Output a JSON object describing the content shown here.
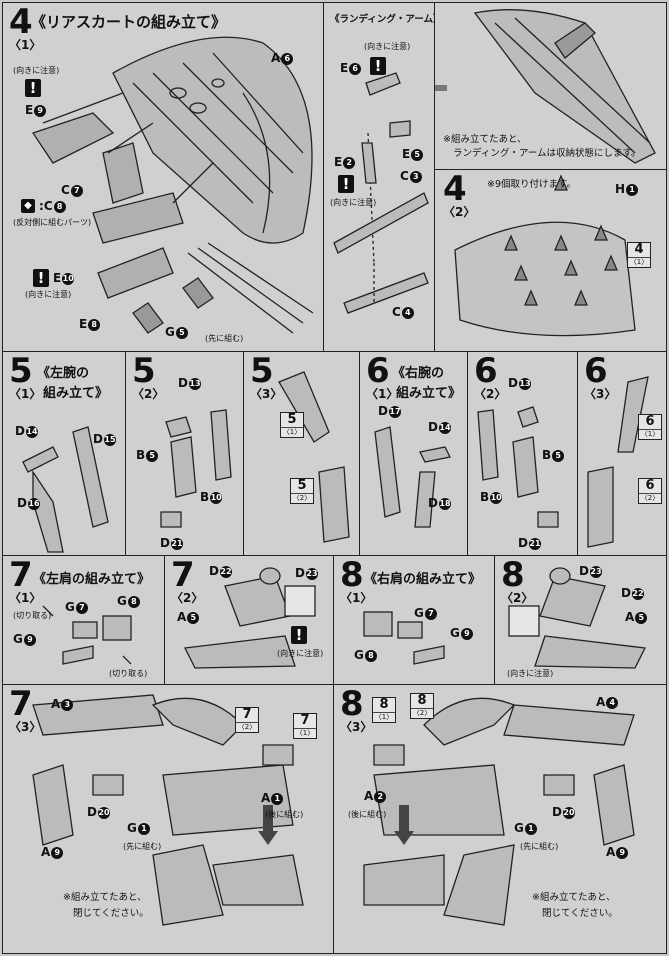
{
  "step4": {
    "num": "4",
    "sub": "〈1〉",
    "title": "《リアスカートの組み立て》",
    "labels": {
      "a6": "A",
      "e9": "E",
      "c7": "C",
      "c8": "C",
      "e10": "E",
      "e8": "E",
      "g5": "G"
    },
    "nums": {
      "a6": "6",
      "e9": "9",
      "c7": "7",
      "c8": "8",
      "e10": "10",
      "e8": "8",
      "g5": "5"
    },
    "caution": "(向きに注意)",
    "caution2": "(向きに注意)",
    "reverse": "(反対側に組むパーツ)",
    "first": "(先に組む)",
    "c8sep": ":"
  },
  "landing": {
    "title": "《ランディング・アーム》",
    "caution": "(向きに注意)",
    "caution2": "(向きに注意)",
    "labels": {
      "e6": "E",
      "e5": "E",
      "e2": "E",
      "c3": "C",
      "c4": "C"
    },
    "nums": {
      "e6": "6",
      "e5": "5",
      "e2": "2",
      "c3": "3",
      "c4": "4"
    }
  },
  "note_land": {
    "line1": "※組み立てたあと、",
    "line2": "ランディング・アームは収納状態にします。"
  },
  "step4b": {
    "num": "4",
    "sub": "〈2〉",
    "note": "※9個取り付けます。",
    "h1": "H",
    "h1n": "1",
    "ref": "4",
    "refsub": "〈1〉"
  },
  "step5a": {
    "num": "5",
    "sub": "〈1〉",
    "title1": "《左腕の",
    "title2": "組み立て》",
    "d14": "D",
    "d14n": "14",
    "d15": "D",
    "d15n": "15",
    "d16": "D",
    "d16n": "16"
  },
  "step5b": {
    "num": "5",
    "sub": "〈2〉",
    "d13": "D",
    "d13n": "13",
    "b5": "B",
    "b5n": "5",
    "b10": "B",
    "b10n": "10",
    "d21": "D",
    "d21n": "21"
  },
  "step5c": {
    "num": "5",
    "sub": "〈3〉",
    "ref1": "5",
    "ref1s": "〈1〉",
    "ref2": "5",
    "ref2s": "〈2〉"
  },
  "step6a": {
    "num": "6",
    "sub": "〈1〉",
    "title1": "《右腕の",
    "title2": "組み立て》",
    "d17": "D",
    "d17n": "17",
    "d14": "D",
    "d14n": "14",
    "d18": "D",
    "d18n": "18"
  },
  "step6b": {
    "num": "6",
    "sub": "〈2〉",
    "d13": "D",
    "d13n": "13",
    "b5": "B",
    "b5n": "5",
    "b10": "B",
    "b10n": "10",
    "d21": "D",
    "d21n": "21"
  },
  "step6c": {
    "num": "6",
    "sub": "〈3〉",
    "ref1": "6",
    "ref1s": "〈1〉",
    "ref2": "6",
    "ref2s": "〈2〉"
  },
  "step7a": {
    "num": "7",
    "sub": "〈1〉",
    "title": "《左肩の組み立て》",
    "cut1": "(切り取る)",
    "cut2": "(切り取る)",
    "g7": "G",
    "g7n": "7",
    "g8": "G",
    "g8n": "8",
    "g9": "G",
    "g9n": "9"
  },
  "step7b": {
    "num": "7",
    "sub": "〈2〉",
    "d22": "D",
    "d22n": "22",
    "d23": "D",
    "d23n": "23",
    "a5": "A",
    "a5n": "5",
    "caution": "(向きに注意)"
  },
  "step8a": {
    "num": "8",
    "sub": "〈1〉",
    "title": "《右肩の組み立て》",
    "g7": "G",
    "g7n": "7",
    "g9": "G",
    "g9n": "9",
    "g8": "G",
    "g8n": "8"
  },
  "step8b": {
    "num": "8",
    "sub": "〈2〉",
    "d23": "D",
    "d23n": "23",
    "d22": "D",
    "d22n": "22",
    "a5": "A",
    "a5n": "5",
    "caution": "(向きに注意)"
  },
  "step7c": {
    "num": "7",
    "sub": "〈3〉",
    "a3": "A",
    "a3n": "3",
    "d20": "D",
    "d20n": "20",
    "a1": "A",
    "a1n": "1",
    "g1": "G",
    "g1n": "1",
    "a9": "A",
    "a9n": "9",
    "ref72": "7",
    "ref72s": "〈2〉",
    "ref71": "7",
    "ref71s": "〈1〉",
    "after": "(後に組む)",
    "first": "(先に組む)",
    "note1": "※組み立てたあと、",
    "note2": "閉じてください。"
  },
  "step8c": {
    "num": "8",
    "sub": "〈3〉",
    "a4": "A",
    "a4n": "4",
    "d20": "D",
    "d20n": "20",
    "a2": "A",
    "a2n": "2",
    "g1": "G",
    "g1n": "1",
    "a9": "A",
    "a9n": "9",
    "ref81": "8",
    "ref81s": "〈1〉",
    "ref82": "8",
    "ref82s": "〈2〉",
    "after": "(後に組む)",
    "first": "(先に組む)",
    "note1": "※組み立てたあと、",
    "note2": "閉じてください。"
  }
}
